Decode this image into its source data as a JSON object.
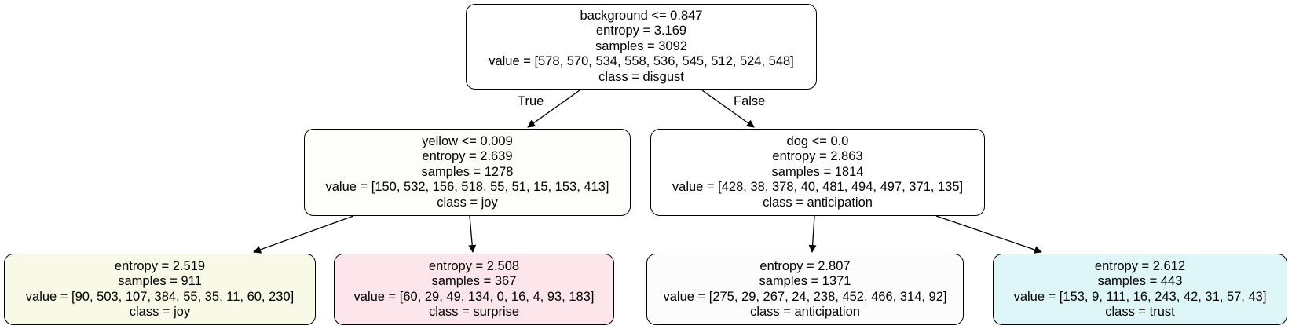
{
  "tree": {
    "root": {
      "split": "background <= 0.847",
      "entropy": "entropy = 3.169",
      "samples": "samples = 3092",
      "value": "value = [578, 570, 534, 558, 536, 545, 512, 524, 548]",
      "class": "class = disgust",
      "fill": "#ffffff"
    },
    "left": {
      "split": "yellow <= 0.009",
      "entropy": "entropy = 2.639",
      "samples": "samples = 1278",
      "value": "value = [150, 532, 156, 518, 55, 51, 15, 153, 413]",
      "class": "class = joy",
      "fill": "#fdfdfa"
    },
    "right": {
      "split": "dog <= 0.0",
      "entropy": "entropy = 2.863",
      "samples": "samples = 1814",
      "value": "value = [428, 38, 378, 40, 481, 494, 497, 371, 135]",
      "class": "class = anticipation",
      "fill": "#ffffff"
    },
    "left_left": {
      "entropy": "entropy = 2.519",
      "samples": "samples = 911",
      "value": "value = [90, 503, 107, 384, 55, 35, 11, 60, 230]",
      "class": "class = joy",
      "fill": "#f8fae7"
    },
    "left_right": {
      "entropy": "entropy = 2.508",
      "samples": "samples = 367",
      "value": "value = [60, 29, 49, 134, 0, 16, 4, 93, 183]",
      "class": "class = surprise",
      "fill": "#fce6ec"
    },
    "right_left": {
      "entropy": "entropy = 2.807",
      "samples": "samples = 1371",
      "value": "value = [275, 29, 267, 24, 238, 452, 466, 314, 92]",
      "class": "class = anticipation",
      "fill": "#fcfcfc"
    },
    "right_right": {
      "entropy": "entropy = 2.612",
      "samples": "samples = 443",
      "value": "value = [153, 9, 111, 16, 243, 42, 31, 57, 43]",
      "class": "class = trust",
      "fill": "#def6f8"
    },
    "edge_labels": {
      "true": "True",
      "false": "False"
    }
  }
}
